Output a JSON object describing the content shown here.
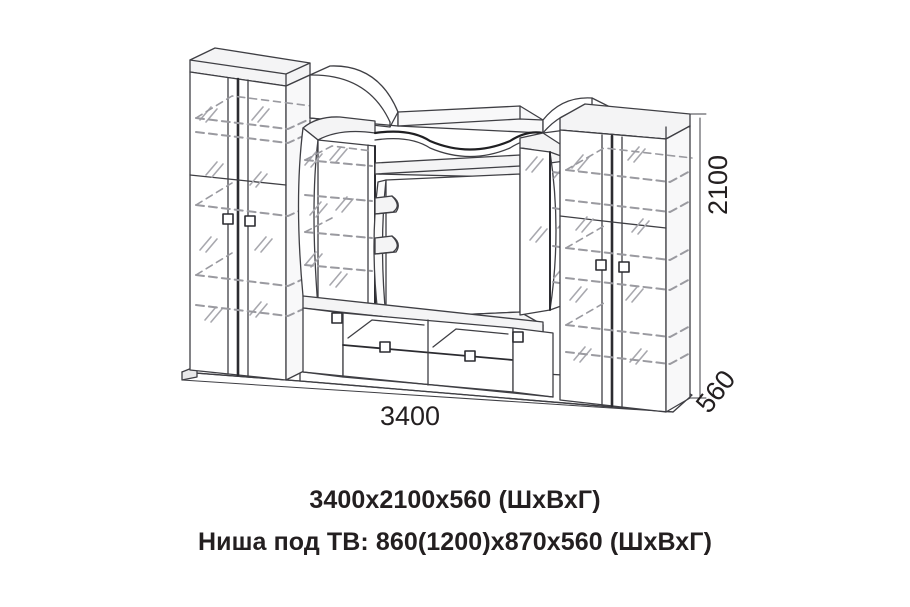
{
  "product": {
    "type": "furniture-wall-unit-technical-drawing",
    "view": "isometric"
  },
  "dimensions": {
    "width_label": "3400",
    "height_label": "2100",
    "depth_label": "560",
    "units": "mm"
  },
  "captions": {
    "line1": "3400x2100x560 (ШхВхГ)",
    "line2": "Ниша под ТВ: 860(1200)x870x560 (ШхВхГ)"
  },
  "colors": {
    "background": "#ffffff",
    "outline": "#3f3f44",
    "outline_dark": "#231f20",
    "hidden_line": "#9a9aa0",
    "glass_glint": "#a8a8ae",
    "panel_fill": "#ffffff",
    "panel_shade": "#f4f4f5",
    "text": "#231f20"
  },
  "components": {
    "left_wardrobe": {
      "name": "Левый шкаф",
      "doors": 2,
      "glass": true
    },
    "left_glass_cabinet": {
      "name": "Левая витрина",
      "shelves": 3,
      "curved": true
    },
    "tv_niche": {
      "name": "Ниша под ТВ",
      "open": true
    },
    "right_glass_cabinet": {
      "name": "Правая витрина",
      "shelves": 3,
      "curved": true
    },
    "right_wardrobe": {
      "name": "Правый шкаф",
      "doors": 2,
      "glass": true
    },
    "drawers": {
      "name": "Ящики",
      "count": 2
    },
    "base_plinth": {
      "name": "Цоколь"
    }
  }
}
